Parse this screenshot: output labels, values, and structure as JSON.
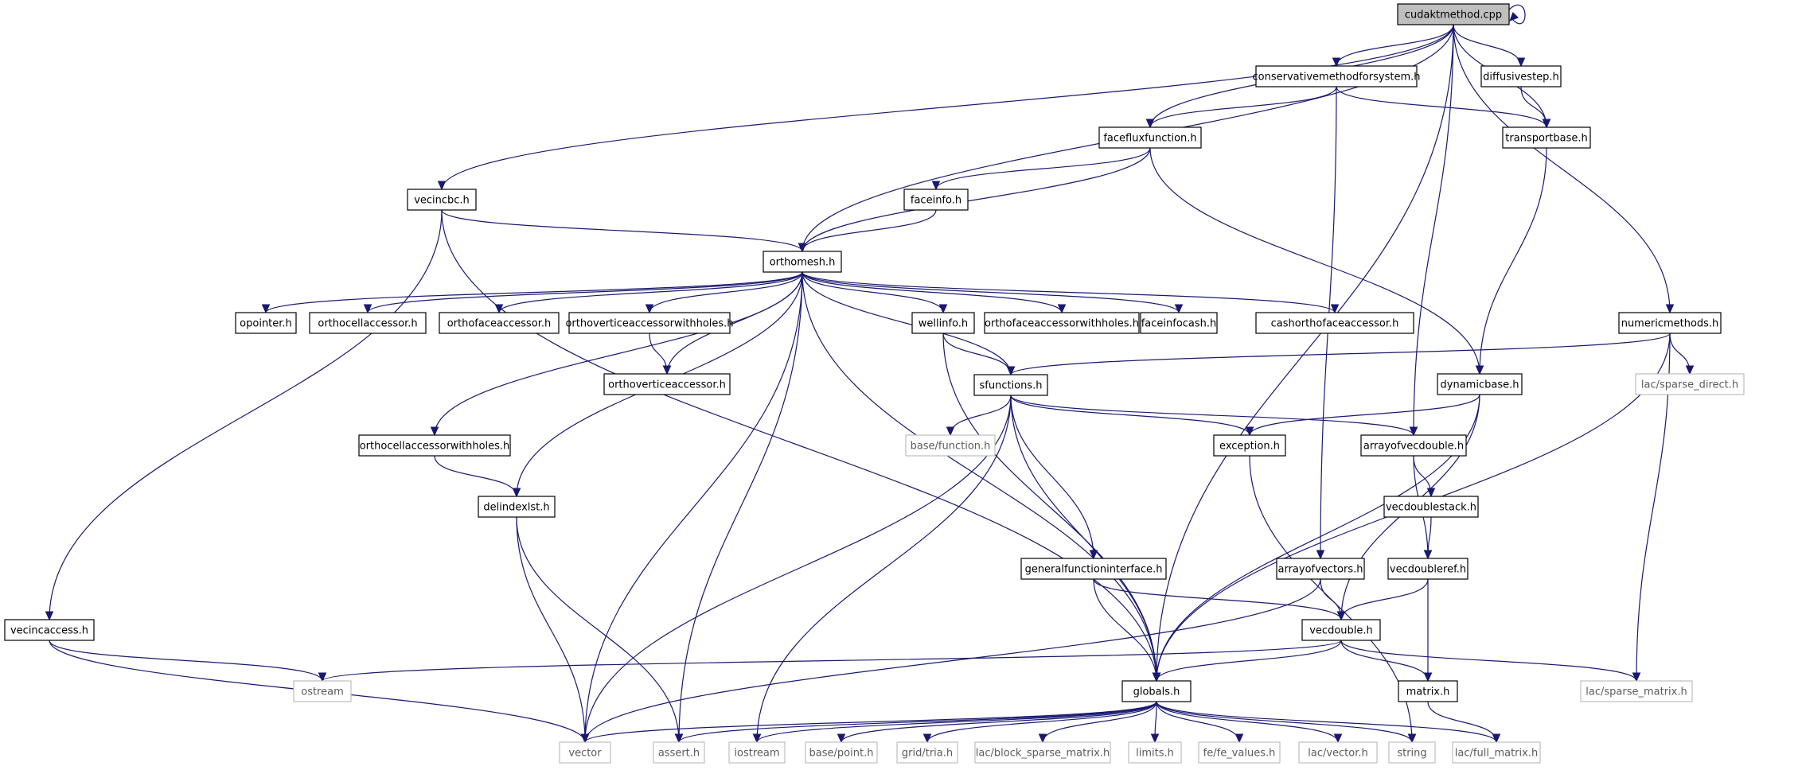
{
  "root": "cudaktmethod.cpp",
  "nodes": [
    {
      "id": "cudaktmethod",
      "label": "cudaktmethod.cpp",
      "kind": "root"
    },
    {
      "id": "conservative",
      "label": "conservativemethodforsystem.h",
      "kind": "file"
    },
    {
      "id": "diffusivestep",
      "label": "diffusivestep.h",
      "kind": "file"
    },
    {
      "id": "facefluxfunction",
      "label": "facefluxfunction.h",
      "kind": "file"
    },
    {
      "id": "transportbase",
      "label": "transportbase.h",
      "kind": "file"
    },
    {
      "id": "vecincbc",
      "label": "vecincbc.h",
      "kind": "file"
    },
    {
      "id": "faceinfo",
      "label": "faceinfo.h",
      "kind": "file"
    },
    {
      "id": "orthomesh",
      "label": "orthomesh.h",
      "kind": "file"
    },
    {
      "id": "opointer",
      "label": "opointer.h",
      "kind": "file"
    },
    {
      "id": "orthocellaccessor",
      "label": "orthocellaccessor.h",
      "kind": "file"
    },
    {
      "id": "orthofaceaccessor",
      "label": "orthofaceaccessor.h",
      "kind": "file"
    },
    {
      "id": "orthoverticewh",
      "label": "orthoverticeaccessorwithholes.h",
      "kind": "file"
    },
    {
      "id": "wellinfo",
      "label": "wellinfo.h",
      "kind": "file"
    },
    {
      "id": "orthofacewh",
      "label": "orthofaceaccessorwithholes.h",
      "kind": "file"
    },
    {
      "id": "faceinfocash",
      "label": "faceinfocash.h",
      "kind": "file"
    },
    {
      "id": "cashortho",
      "label": "cashorthofaceaccessor.h",
      "kind": "file"
    },
    {
      "id": "numericmethods",
      "label": "numericmethods.h",
      "kind": "file"
    },
    {
      "id": "orthovertice",
      "label": "orthoverticeaccessor.h",
      "kind": "file"
    },
    {
      "id": "sfunctions",
      "label": "sfunctions.h",
      "kind": "file"
    },
    {
      "id": "dynamicbase",
      "label": "dynamicbase.h",
      "kind": "file"
    },
    {
      "id": "lacsparsedirect",
      "label": "lac/sparse_direct.h",
      "kind": "ext"
    },
    {
      "id": "orthocellwh",
      "label": "orthocellaccessorwithholes.h",
      "kind": "file"
    },
    {
      "id": "basefunction",
      "label": "base/function.h",
      "kind": "ext"
    },
    {
      "id": "exception",
      "label": "exception.h",
      "kind": "file"
    },
    {
      "id": "arrayofvecdouble",
      "label": "arrayofvecdouble.h",
      "kind": "file"
    },
    {
      "id": "delindexlst",
      "label": "delindexlst.h",
      "kind": "file"
    },
    {
      "id": "vecdoublestack",
      "label": "vecdoublestack.h",
      "kind": "file"
    },
    {
      "id": "generalfunction",
      "label": "generalfunctioninterface.h",
      "kind": "file"
    },
    {
      "id": "arrayofvectors",
      "label": "arrayofvectors.h",
      "kind": "file"
    },
    {
      "id": "vecdoubleref",
      "label": "vecdoubleref.h",
      "kind": "file"
    },
    {
      "id": "vecincaccess",
      "label": "vecincaccess.h",
      "kind": "file"
    },
    {
      "id": "vecdouble",
      "label": "vecdouble.h",
      "kind": "file"
    },
    {
      "id": "ostream",
      "label": "ostream",
      "kind": "ext"
    },
    {
      "id": "globals",
      "label": "globals.h",
      "kind": "file"
    },
    {
      "id": "matrix",
      "label": "matrix.h",
      "kind": "file"
    },
    {
      "id": "lacsparsematrix",
      "label": "lac/sparse_matrix.h",
      "kind": "ext"
    },
    {
      "id": "vector",
      "label": "vector",
      "kind": "ext"
    },
    {
      "id": "asserth",
      "label": "assert.h",
      "kind": "ext"
    },
    {
      "id": "iostream",
      "label": "iostream",
      "kind": "ext"
    },
    {
      "id": "basepoint",
      "label": "base/point.h",
      "kind": "ext"
    },
    {
      "id": "gridtria",
      "label": "grid/tria.h",
      "kind": "ext"
    },
    {
      "id": "lacblock",
      "label": "lac/block_sparse_matrix.h",
      "kind": "ext"
    },
    {
      "id": "limits",
      "label": "limits.h",
      "kind": "ext"
    },
    {
      "id": "fevalues",
      "label": "fe/fe_values.h",
      "kind": "ext"
    },
    {
      "id": "lacvector",
      "label": "lac/vector.h",
      "kind": "ext"
    },
    {
      "id": "string",
      "label": "string",
      "kind": "ext"
    },
    {
      "id": "lacfullmatrix",
      "label": "lac/full_matrix.h",
      "kind": "ext"
    }
  ],
  "edges": [
    [
      "cudaktmethod",
      "conservative"
    ],
    [
      "cudaktmethod",
      "diffusivestep"
    ],
    [
      "cudaktmethod",
      "facefluxfunction"
    ],
    [
      "cudaktmethod",
      "transportbase"
    ],
    [
      "cudaktmethod",
      "vecincbc"
    ],
    [
      "cudaktmethod",
      "orthomesh"
    ],
    [
      "cudaktmethod",
      "numericmethods"
    ],
    [
      "cudaktmethod",
      "arrayofvecdouble"
    ],
    [
      "cudaktmethod",
      "globals"
    ],
    [
      "cudaktmethod",
      "cudaktmethod"
    ],
    [
      "conservative",
      "facefluxfunction"
    ],
    [
      "conservative",
      "transportbase"
    ],
    [
      "conservative",
      "arrayofvectors"
    ],
    [
      "diffusivestep",
      "transportbase"
    ],
    [
      "facefluxfunction",
      "faceinfo"
    ],
    [
      "facefluxfunction",
      "orthomesh"
    ],
    [
      "facefluxfunction",
      "dynamicbase"
    ],
    [
      "transportbase",
      "dynamicbase"
    ],
    [
      "vecincbc",
      "orthomesh"
    ],
    [
      "vecincbc",
      "vecincaccess"
    ],
    [
      "vecincbc",
      "globals"
    ],
    [
      "faceinfo",
      "orthomesh"
    ],
    [
      "orthomesh",
      "opointer"
    ],
    [
      "orthomesh",
      "orthocellaccessor"
    ],
    [
      "orthomesh",
      "orthofaceaccessor"
    ],
    [
      "orthomesh",
      "orthoverticewh"
    ],
    [
      "orthomesh",
      "wellinfo"
    ],
    [
      "orthomesh",
      "orthofacewh"
    ],
    [
      "orthomesh",
      "faceinfocash"
    ],
    [
      "orthomesh",
      "cashortho"
    ],
    [
      "orthomesh",
      "orthovertice"
    ],
    [
      "orthomesh",
      "sfunctions"
    ],
    [
      "orthomesh",
      "orthocellwh"
    ],
    [
      "orthomesh",
      "delindexlst"
    ],
    [
      "orthomesh",
      "vector"
    ],
    [
      "orthomesh",
      "asserth"
    ],
    [
      "orthomesh",
      "globals"
    ],
    [
      "orthoverticewh",
      "orthovertice"
    ],
    [
      "wellinfo",
      "sfunctions"
    ],
    [
      "wellinfo",
      "globals"
    ],
    [
      "numericmethods",
      "sfunctions"
    ],
    [
      "numericmethods",
      "lacsparsedirect"
    ],
    [
      "numericmethods",
      "lacsparsematrix"
    ],
    [
      "numericmethods",
      "globals"
    ],
    [
      "sfunctions",
      "basefunction"
    ],
    [
      "sfunctions",
      "exception"
    ],
    [
      "sfunctions",
      "arrayofvecdouble"
    ],
    [
      "sfunctions",
      "generalfunction"
    ],
    [
      "sfunctions",
      "globals"
    ],
    [
      "sfunctions",
      "vector"
    ],
    [
      "sfunctions",
      "iostream"
    ],
    [
      "dynamicbase",
      "exception"
    ],
    [
      "dynamicbase",
      "vecdouble"
    ],
    [
      "dynamicbase",
      "globals"
    ],
    [
      "orthocellwh",
      "delindexlst"
    ],
    [
      "exception",
      "string"
    ],
    [
      "arrayofvecdouble",
      "vecdoublestack"
    ],
    [
      "arrayofvecdouble",
      "vecdoubleref"
    ],
    [
      "delindexlst",
      "vector"
    ],
    [
      "delindexlst",
      "asserth"
    ],
    [
      "vecdoublestack",
      "vecdoubleref"
    ],
    [
      "generalfunction",
      "globals"
    ],
    [
      "generalfunction",
      "vecdouble"
    ],
    [
      "arrayofvectors",
      "vecdouble"
    ],
    [
      "arrayofvectors",
      "vector"
    ],
    [
      "vecdoubleref",
      "vecdouble"
    ],
    [
      "vecdoubleref",
      "matrix"
    ],
    [
      "vecincaccess",
      "ostream"
    ],
    [
      "vecincaccess",
      "vector"
    ],
    [
      "vecdouble",
      "ostream"
    ],
    [
      "vecdouble",
      "globals"
    ],
    [
      "vecdouble",
      "matrix"
    ],
    [
      "vecdouble",
      "lacsparsematrix"
    ],
    [
      "globals",
      "vector"
    ],
    [
      "globals",
      "asserth"
    ],
    [
      "globals",
      "iostream"
    ],
    [
      "globals",
      "basepoint"
    ],
    [
      "globals",
      "gridtria"
    ],
    [
      "globals",
      "lacblock"
    ],
    [
      "globals",
      "limits"
    ],
    [
      "globals",
      "fevalues"
    ],
    [
      "globals",
      "lacvector"
    ],
    [
      "globals",
      "string"
    ],
    [
      "globals",
      "lacfullmatrix"
    ],
    [
      "matrix",
      "lacfullmatrix"
    ]
  ]
}
